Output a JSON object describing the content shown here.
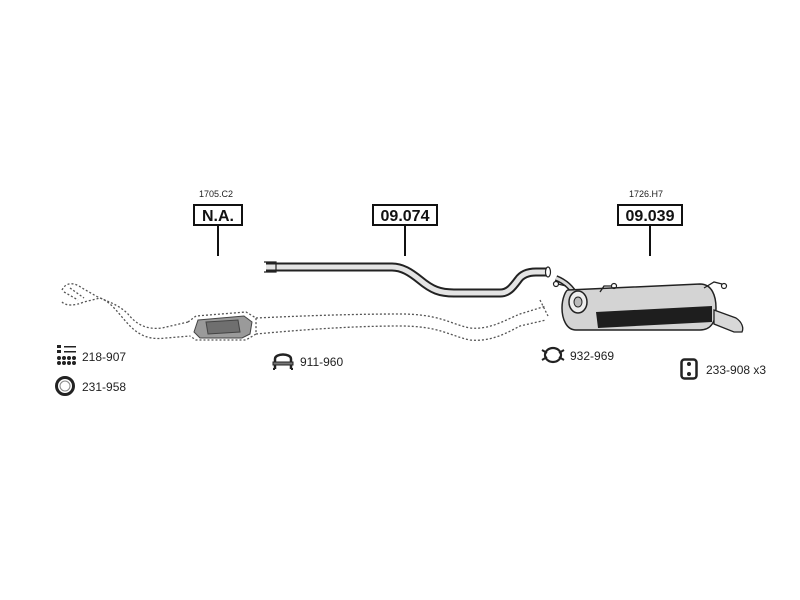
{
  "parts": [
    {
      "ref": "1705.C2",
      "code": "N.A."
    },
    {
      "ref": "",
      "code": "09.074"
    },
    {
      "ref": "1726.H7",
      "code": "09.039"
    }
  ],
  "accessories": [
    {
      "icon": "bolts-nuts-icon",
      "label": "218-907"
    },
    {
      "icon": "gasket-ring-icon",
      "label": "231-958"
    },
    {
      "icon": "u-clamp-icon",
      "label": "911-960"
    },
    {
      "icon": "band-clamp-icon",
      "label": "932-969"
    },
    {
      "icon": "rubber-mount-icon",
      "label": "233-908 x3"
    }
  ]
}
